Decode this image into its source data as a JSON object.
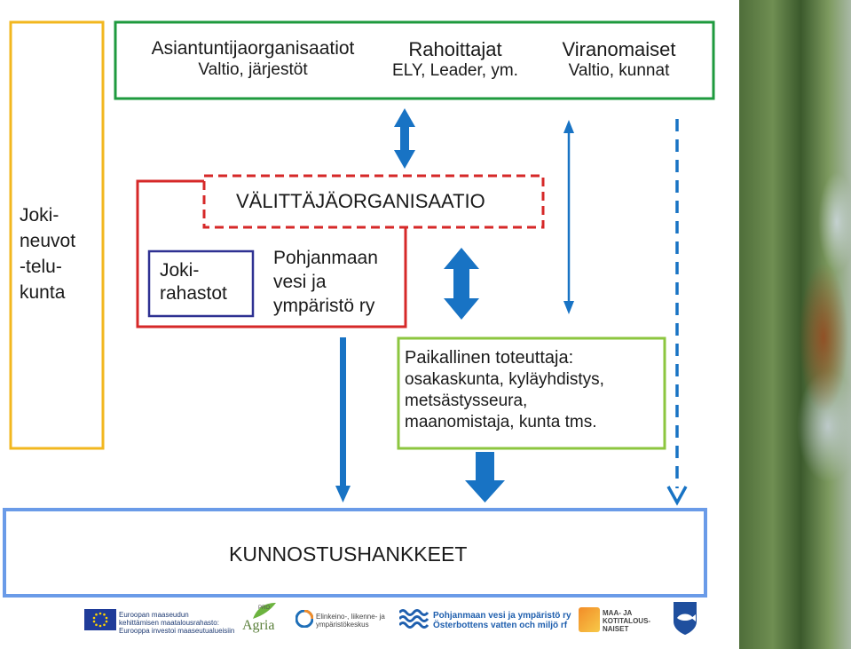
{
  "neuvottelukunta": {
    "lines": [
      "Joki-",
      "neuvot",
      "-telu-",
      "kunta"
    ]
  },
  "top_box": {
    "asiantuntijat": {
      "title": "Asiantuntijaorganisaatiot",
      "subtitle": "Valtio, järjestöt"
    },
    "rahoittajat": {
      "title": "Rahoittajat",
      "subtitle": "ELY, Leader, ym."
    },
    "viranomaiset": {
      "title": "Viranomaiset",
      "subtitle": "Valtio, kunnat"
    }
  },
  "valittaja": {
    "label": "VÄLITTÄJÄORGANISAATIO"
  },
  "jokirahastot": {
    "lines": [
      "Joki-",
      "rahastot"
    ]
  },
  "pohjanmaan": {
    "lines": [
      "Pohjanmaan",
      "vesi ja",
      "ympäristö ry"
    ]
  },
  "paikallinen": {
    "title": "Paikallinen toteuttaja:",
    "lines": [
      "osakaskunta, kyläyhdistys,",
      "metsästysseura,",
      "maanomistaja, kunta tms."
    ]
  },
  "kunnostus": {
    "label": "KUNNOSTUSHANKKEET"
  },
  "colors": {
    "yellow": "#f2b71f",
    "green": "#1e9a3e",
    "red": "#d62828",
    "navy": "#2e3192",
    "light_green": "#8cc63f",
    "light_blue": "#6a9be8",
    "arrow_blue": "#1873c4"
  },
  "logos": {
    "eu": {
      "lines": [
        "Euroopan maaseudun",
        "kehittämisen maatalousrahasto:",
        "Eurooppa investoi maaseutualueisiin"
      ]
    },
    "agria": {
      "prefix": "PRO",
      "name": "Agria"
    },
    "ely": {
      "lines": [
        "Elinkeino-, liikenne- ja",
        "ympäristökeskus"
      ]
    },
    "pvy": {
      "lines": [
        "Pohjanmaan vesi ja ympäristö ry",
        "Österbottens vatten och miljö rf"
      ]
    },
    "maa": {
      "lines": [
        "MAA- JA",
        "KOTITALOUS-",
        "NAISET"
      ]
    }
  }
}
